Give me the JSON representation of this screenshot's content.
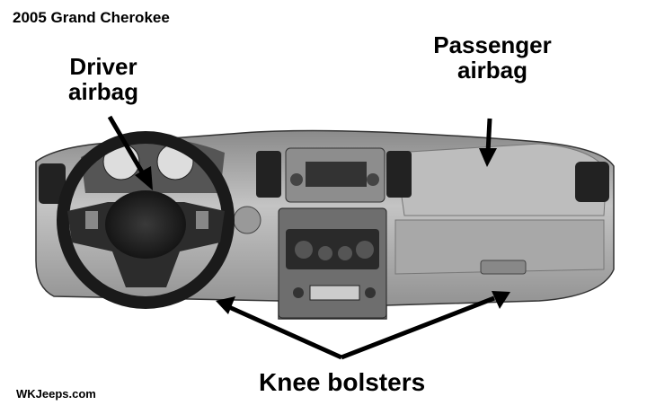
{
  "title": "2005 Grand Cherokee",
  "labels": {
    "driver_airbag": [
      "Driver",
      "airbag"
    ],
    "passenger_airbag": [
      "Passenger",
      "airbag"
    ],
    "knee_bolsters": "Knee bolsters"
  },
  "watermark": "WKJeeps.com"
}
